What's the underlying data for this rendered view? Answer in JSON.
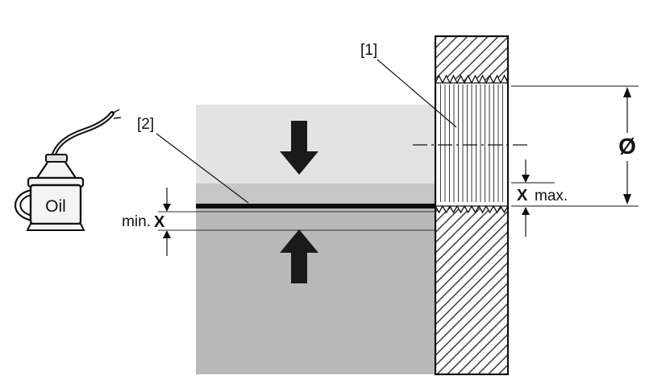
{
  "oil_can": {
    "label": "Oil"
  },
  "callouts": {
    "item1": "[1]",
    "item2": "[2]"
  },
  "dimensions": {
    "min_label": "min.",
    "min_symbol": "X",
    "max_symbol": "X",
    "max_label": "max.",
    "diameter_symbol": "Ø"
  },
  "colors": {
    "upper_block": "#e3e3e3",
    "mid_band": "#c6c6c6",
    "lower_block": "#b9b9b9",
    "bond_line": "#0d0d0d",
    "arrow": "#1a1a1a"
  }
}
